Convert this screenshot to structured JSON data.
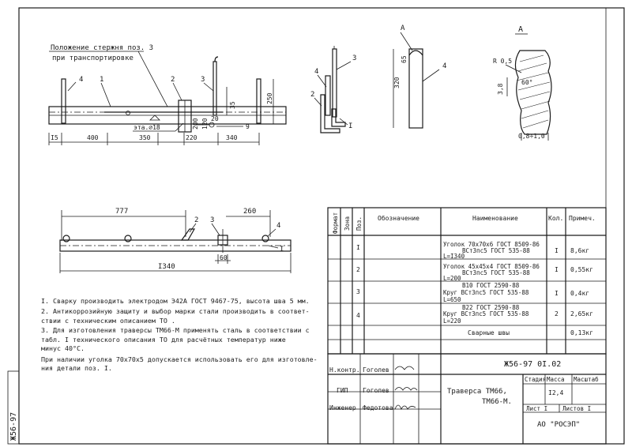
{
  "sheet_label": "Ж56-97",
  "drawing_top": {
    "position_note_line1": "Положение стержня поз. 3",
    "position_note_line2": "при транспортировке",
    "callouts": [
      "4",
      "1",
      "2",
      "3"
    ],
    "weld_note": "эта.⌀18",
    "dims": {
      "d15": "I5",
      "d400": "400",
      "d350": "350",
      "d220": "220",
      "d340": "340",
      "d35": "35",
      "d250": "250",
      "d200": "200",
      "d120": "120",
      "d20": "20",
      "d9": "9"
    }
  },
  "drawing_side": {
    "callouts": [
      "4",
      "3",
      "2",
      "I"
    ],
    "section_mark": "A",
    "dim_65": "65",
    "dim_320": "320"
  },
  "detail_a": {
    "title": "A",
    "radius": "R 0,5",
    "dim_38": "3,8",
    "angle": "60°",
    "gap": "0,8÷1,0"
  },
  "drawing_bottom": {
    "dim_777": "777",
    "dim_260": "260",
    "dim_60": "60",
    "dim_1340": "I340",
    "callouts": [
      "2",
      "3",
      "4",
      "I"
    ]
  },
  "notes": [
    "I. Сварку производить электродом Э42А ГОСТ 9467-75, высота шва 5 мм.",
    "2. Антикоррозийную защиту и выбор марки стали производить в соответ-",
    "   ствии с техническим описанием ТО .",
    "3. Для изготовления траверсы ТМ66-М применять сталь в соответствии с",
    "   табл. I технического описания ТО  для расчётных температур ниже",
    "   минус 40°С.",
    "При наличии уголка 70х70х5 допускается использовать его для изготовле-",
    "ния детали поз. I."
  ],
  "spec_table": {
    "headers": [
      "Формат",
      "Зона",
      "Поз.",
      "Обозначение",
      "Наименование",
      "Кол.",
      "Примеч."
    ],
    "rows": [
      {
        "pos": "I",
        "name1": "Уголок 70х70х6 ГОСТ 8509-86",
        "name2": "ВСтЗпс5 ГОСТ 535-88",
        "name3": "L=I340",
        "qty": "I",
        "note": "8,6кг"
      },
      {
        "pos": "2",
        "name1": "Уголок 45х45х4 ГОСТ 8509-86",
        "name2": "ВСтЗпс5 ГОСТ 535-88",
        "name3": "L=200",
        "qty": "I",
        "note": "0,55кг"
      },
      {
        "pos": "3",
        "name1": "В10 ГОСТ 2590-88",
        "name2": "Круг ВСтЗпс5 ГОСТ 535-88",
        "name3": "L=650",
        "qty": "I",
        "note": "0,4кг"
      },
      {
        "pos": "4",
        "name1": "В22 ГОСТ 2590-88",
        "name2": "Круг ВСтЗпс5 ГОСТ 535-88",
        "name3": "L=220",
        "qty": "2",
        "note": "2,65кг"
      },
      {
        "pos": "",
        "name1": "Сварные швы",
        "name2": "",
        "name3": "",
        "qty": "",
        "note": "0,13кг"
      }
    ]
  },
  "title_block": {
    "doc_code": "Ж56-97 0I.02",
    "roles": [
      "Н.контр.",
      "ГИП",
      "Инженер"
    ],
    "names": [
      "Гоголев",
      "Гоголев",
      "Федотова"
    ],
    "title_line1": "Траверса ТМ66,",
    "title_line2": "ТМ66-М.",
    "stage_header": "Стадия",
    "mass_header": "Масса",
    "scale_header": "Масштаб",
    "mass_value": "I2,4",
    "sheet": "Лист I",
    "sheets": "Листов I",
    "org": "АО \"РОСЭП\""
  }
}
